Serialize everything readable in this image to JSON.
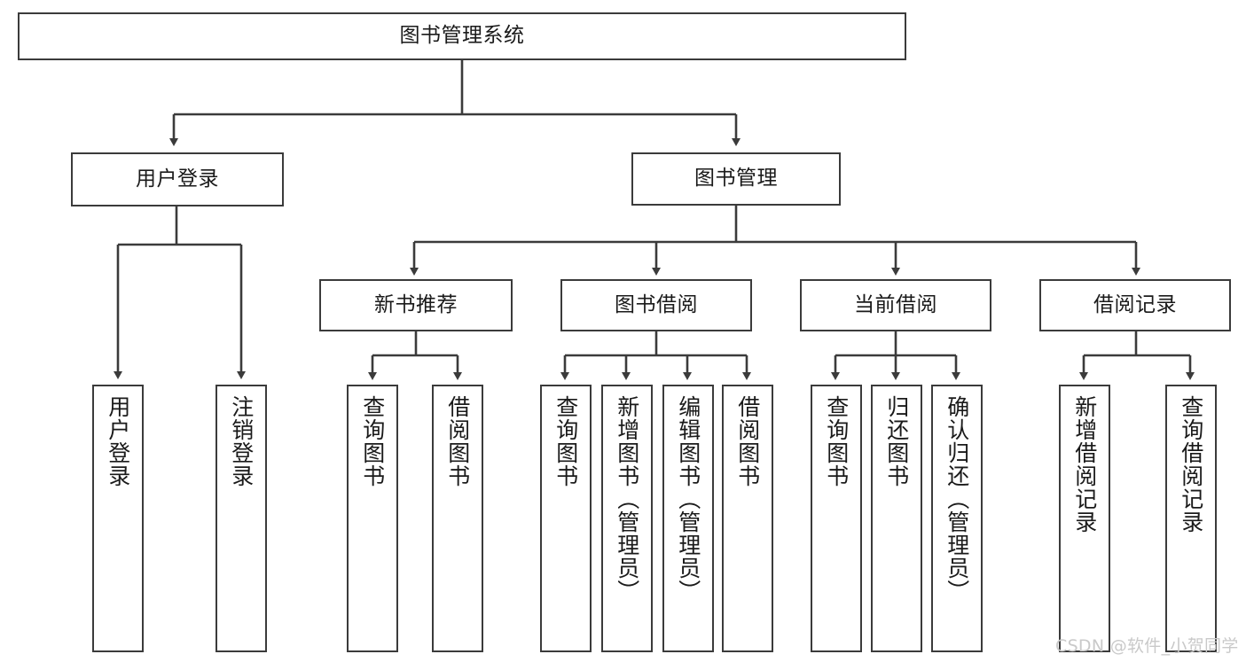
{
  "diagram": {
    "title": "图书管理系统",
    "type": "tree-hierarchy",
    "colors": {
      "stroke": "#3b3b3b",
      "fill": "#ffffff",
      "text": "#1a1a1a",
      "watermark": "#c9c9c9"
    },
    "watermark": "CSDN @软件_小贺同学",
    "nodes": {
      "root": {
        "label": "图书管理系统"
      },
      "level2": [
        {
          "label": "用户登录"
        },
        {
          "label": "图书管理"
        }
      ],
      "level3": [
        {
          "label": "新书推荐"
        },
        {
          "label": "图书借阅"
        },
        {
          "label": "当前借阅"
        },
        {
          "label": "借阅记录"
        }
      ],
      "leaves": {
        "user_login": [
          {
            "label": "用户登录"
          },
          {
            "label": "注销登录"
          }
        ],
        "new_book_recommend": [
          {
            "label": "查询图书"
          },
          {
            "label": "借阅图书"
          }
        ],
        "book_borrow": [
          {
            "label": "查询图书"
          },
          {
            "label": "新增图书（管理员）"
          },
          {
            "label": "编辑图书（管理员）"
          },
          {
            "label": "借阅图书"
          }
        ],
        "current_borrow": [
          {
            "label": "查询图书"
          },
          {
            "label": "归还图书"
          },
          {
            "label": "确认归还（管理员）"
          }
        ],
        "borrow_record": [
          {
            "label": "新增借阅记录"
          },
          {
            "label": "查询借阅记录"
          }
        ]
      }
    }
  }
}
